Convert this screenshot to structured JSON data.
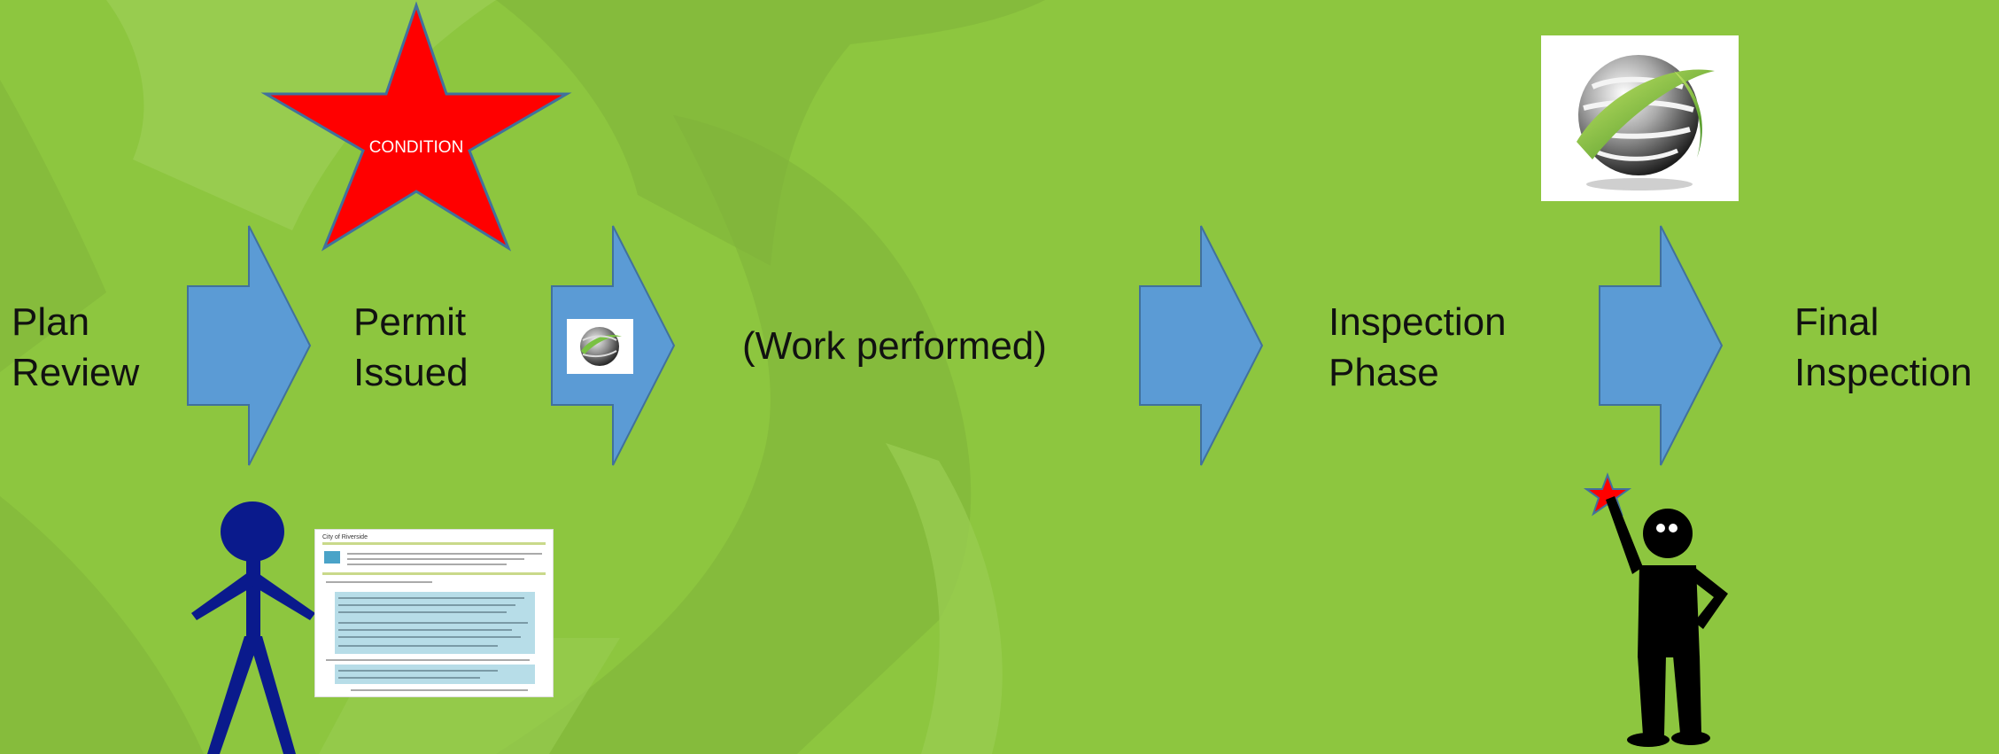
{
  "flow": {
    "stages": [
      {
        "line1": "Plan",
        "line2": "Review"
      },
      {
        "line1": "Permit",
        "line2": "Issued"
      },
      {
        "line1": "(Work performed)",
        "line2": ""
      },
      {
        "line1": "Inspection",
        "line2": "Phase"
      },
      {
        "line1": "Final",
        "line2": "Inspection"
      }
    ]
  },
  "condition_star": {
    "label": "CONDITION"
  },
  "permit_document": {
    "header": "City of Riverside",
    "fill_color": "#b7dde8"
  },
  "colors": {
    "background": "#8dc63f",
    "arrow": "#5b9bd5",
    "star": "#ff0000",
    "applicant": "#0a1a8c",
    "inspector": "#000000"
  }
}
